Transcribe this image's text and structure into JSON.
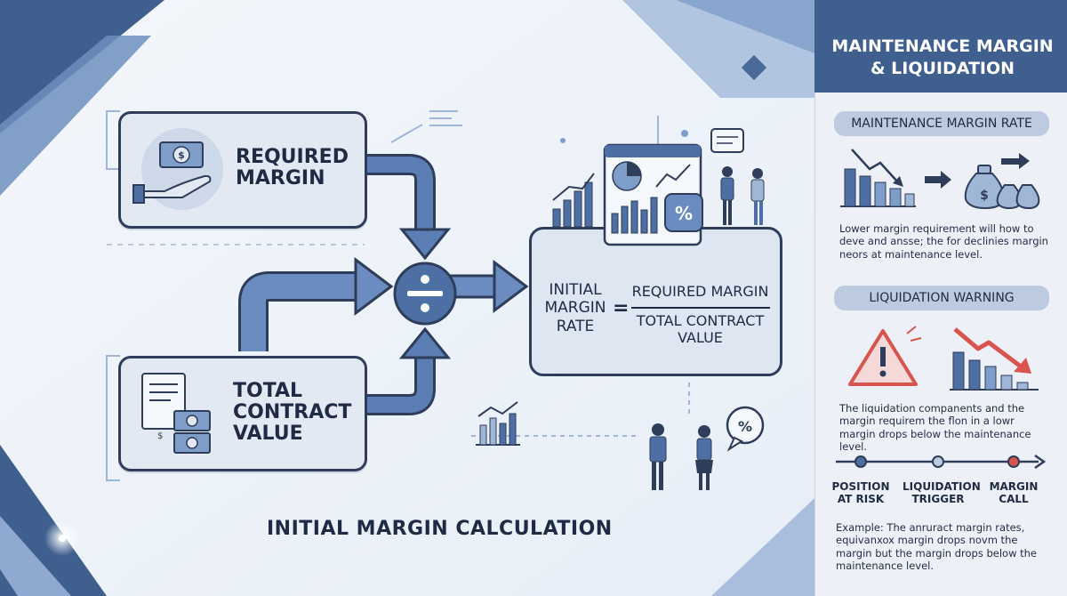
{
  "left": {
    "required_margin": "REQUIRED\nMARGIN",
    "total_contract_value": "TOTAL\nCONTRACT\nVALUE",
    "formula": {
      "lhs": "INITIAL\nMARGIN\nRATE",
      "equals": "=",
      "numerator": "REQUIRED MARGIN",
      "denominator": "TOTAL CONTRACT\nVALUE"
    },
    "title": "INITIAL MARGIN CALCULATION"
  },
  "icons": {
    "divide": "divide-icon",
    "percent": "%",
    "percent_bubble": "%",
    "dollar": "$",
    "doc_dollar": "$"
  },
  "panel": {
    "title": "MAINTENANCE MARGIN\n& LIQUIDATION",
    "section1_title": "MAINTENANCE MARGIN RATE",
    "section1_text": "Lower margin requirement will how to deve and ansse; the for declinies margin neors at maintenance level.",
    "section2_title": "LIQUIDATION WARNING",
    "section2_text": "The liquidation companents and the margin requirem the flon in a lowr margin drops below the maintenance level.",
    "timeline": [
      "POSITION\nAT RISK",
      "LIQUIDATION\nTRIGGER",
      "MARGIN\nCALL"
    ],
    "example_text": "Example: The anruract margin rates, equivanxox margin drops novm the margin but the margin drops below the maintenance level."
  },
  "colors": {
    "navy": "#2e3d5a",
    "accent_blue": "#3f5f8f",
    "light_blue": "#9fb6d6",
    "warning_red": "#d9534f",
    "panel_bg": "#edf1f7"
  }
}
